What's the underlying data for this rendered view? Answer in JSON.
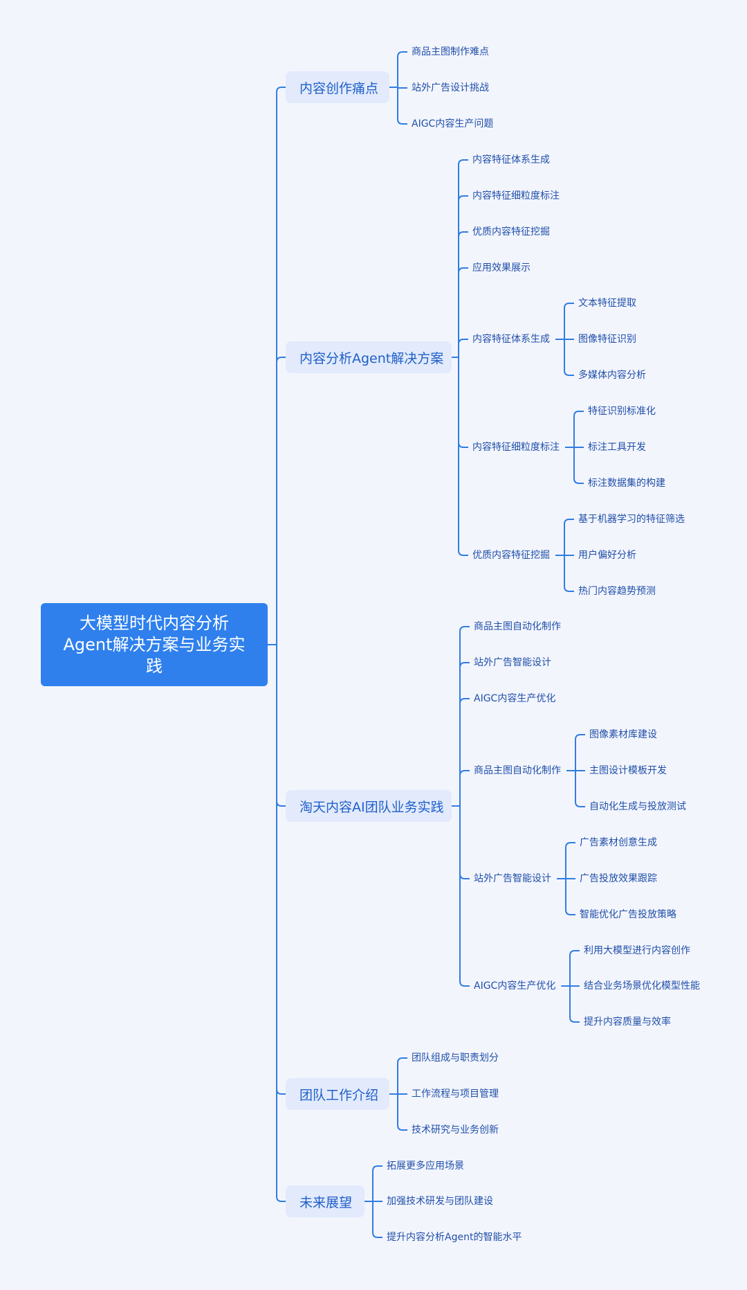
{
  "root": "大模型时代内容分析Agent解决方案与业务实践",
  "colors": {
    "line": "#2f7de1",
    "root_bg": "#2f80ed",
    "branch_bg": "#e2eafc",
    "text": "#1f4fa8",
    "background": "#f3f5fd"
  },
  "branches": [
    {
      "label": "内容创作痛点",
      "children": [
        "商品主图制作难点",
        "站外广告设计挑战",
        "AIGC内容生产问题"
      ]
    },
    {
      "label": "内容分析Agent解决方案",
      "children": [
        {
          "label": "内容特征体系生成"
        },
        {
          "label": "内容特征细粒度标注"
        },
        {
          "label": "优质内容特征挖掘"
        },
        {
          "label": "应用效果展示"
        },
        {
          "label": "内容特征体系生成",
          "children": [
            "文本特征提取",
            "图像特征识别",
            "多媒体内容分析"
          ]
        },
        {
          "label": "内容特征细粒度标注",
          "children": [
            "特征识别标准化",
            "标注工具开发",
            "标注数据集的构建"
          ]
        },
        {
          "label": "优质内容特征挖掘",
          "children": [
            "基于机器学习的特征筛选",
            "用户偏好分析",
            "热门内容趋势预测"
          ]
        }
      ]
    },
    {
      "label": "淘天内容AI团队业务实践",
      "children": [
        {
          "label": "商品主图自动化制作"
        },
        {
          "label": "站外广告智能设计"
        },
        {
          "label": "AIGC内容生产优化"
        },
        {
          "label": "商品主图自动化制作",
          "children": [
            "图像素材库建设",
            "主图设计模板开发",
            "自动化生成与投放测试"
          ]
        },
        {
          "label": "站外广告智能设计",
          "children": [
            "广告素材创意生成",
            "广告投放效果跟踪",
            "智能优化广告投放策略"
          ]
        },
        {
          "label": "AIGC内容生产优化",
          "children": [
            "利用大模型进行内容创作",
            "结合业务场景优化模型性能",
            "提升内容质量与效率"
          ]
        }
      ]
    },
    {
      "label": "团队工作介绍",
      "children": [
        "团队组成与职责划分",
        "工作流程与项目管理",
        "技术研究与业务创新"
      ]
    },
    {
      "label": "未来展望",
      "children": [
        "拓展更多应用场景",
        "加强技术研发与团队建设",
        "提升内容分析Agent的智能水平"
      ]
    }
  ]
}
